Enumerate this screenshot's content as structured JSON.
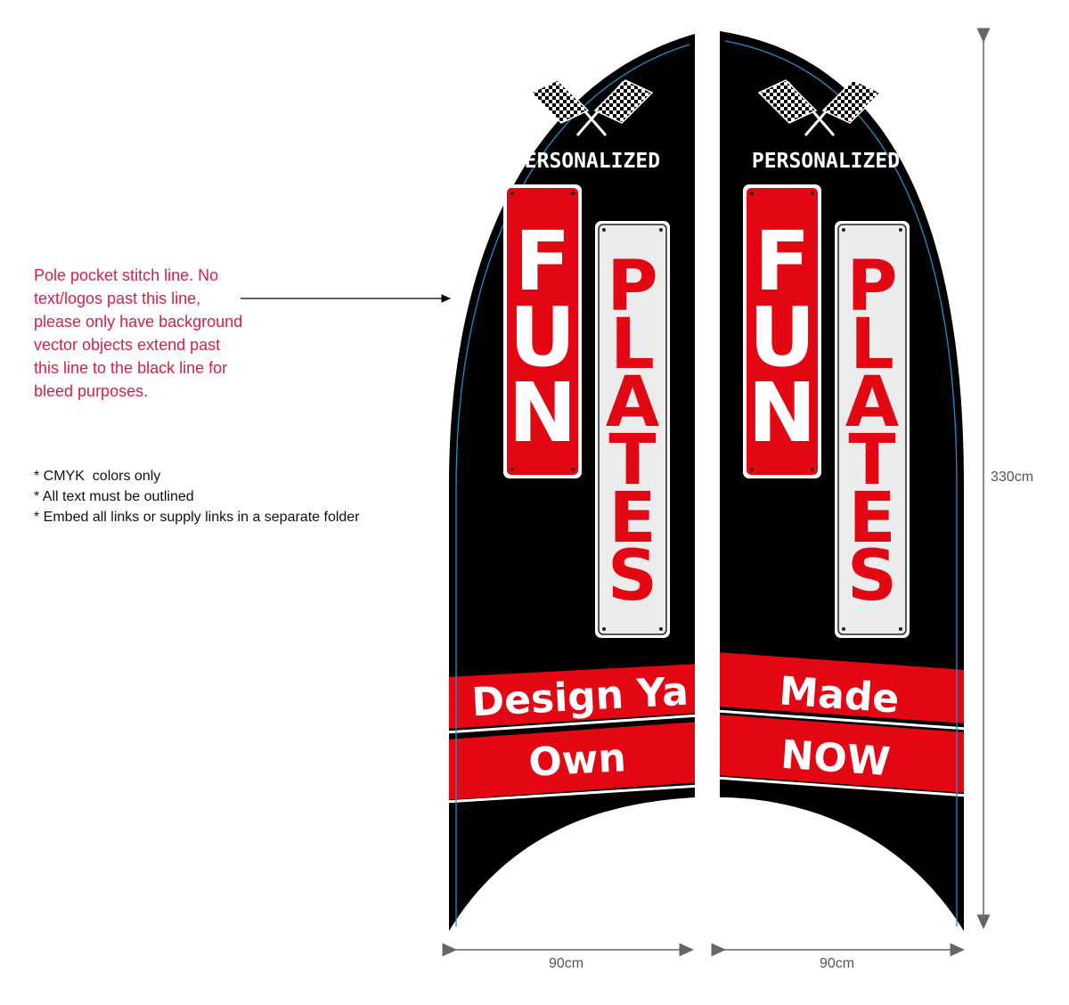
{
  "annotations": {
    "pole_pocket_note": "Pole pocket stitch line. No\ntext/logos past this line,\nplease only have background\nvector objects extend past\nthis line to the black line for\nbleed purposes.",
    "requirements": [
      "* CMYK  colors only",
      "* All text must be outlined",
      "* Embed all links or supply links in a separate folder"
    ]
  },
  "dimensions": {
    "height": "330cm",
    "width_left": "90cm",
    "width_right": "90cm"
  },
  "flags": [
    {
      "heading": "PERSONALIZED",
      "plate_1": [
        "F",
        "U",
        "N"
      ],
      "plate_2": [
        "P",
        "L",
        "A",
        "T",
        "E",
        "S"
      ],
      "banner_1": "Design Ya",
      "banner_2": "Own"
    },
    {
      "heading": "PERSONALIZED",
      "plate_1": [
        "F",
        "U",
        "N"
      ],
      "plate_2": [
        "P",
        "L",
        "A",
        "T",
        "E",
        "S"
      ],
      "banner_1": "Made",
      "banner_2": "NOW"
    }
  ],
  "colors": {
    "flag_black": "#000000",
    "brand_red": "#e30613",
    "note_red": "#d4214a",
    "stitch_line": "#1f8fd0",
    "plate_white": "#ececec"
  }
}
